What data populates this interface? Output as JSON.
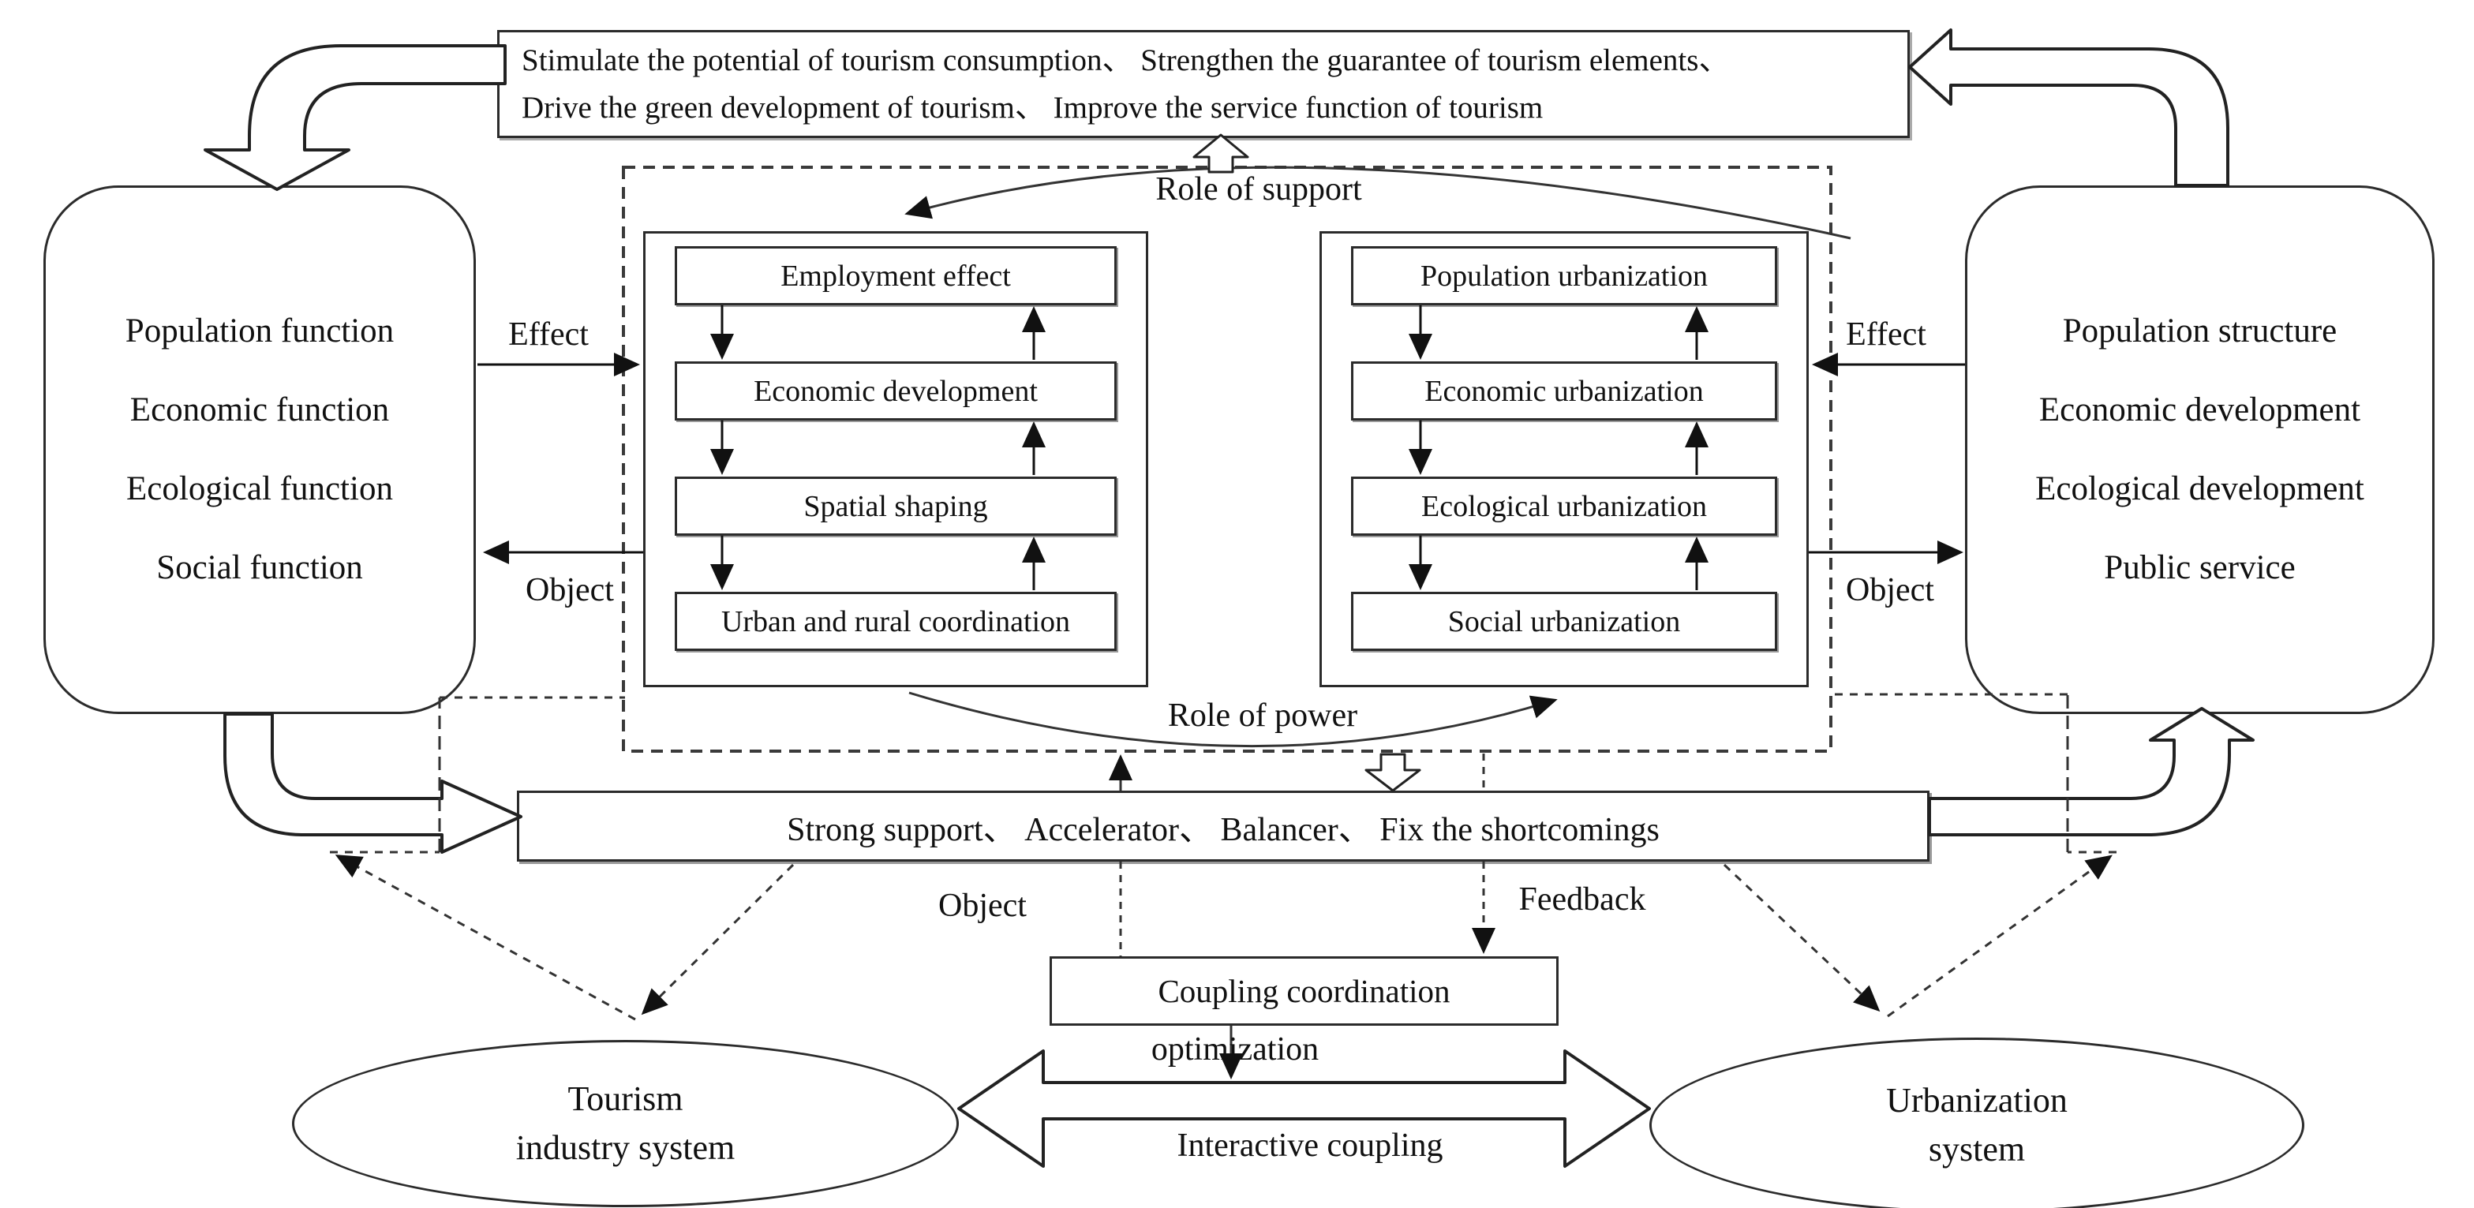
{
  "top_banner": {
    "line1": "Stimulate the potential of tourism consumption、 Strengthen the guarantee of tourism elements、",
    "line2": "Drive the green development of tourism、 Improve the service function of tourism"
  },
  "left_system": {
    "lines": [
      "Population function",
      "Economic function",
      "Ecological function",
      "Social function"
    ]
  },
  "right_system": {
    "lines": [
      "Population structure",
      "Economic development",
      "Ecological development",
      "Public service"
    ]
  },
  "tourism_chain": {
    "boxes": [
      "Employment effect",
      "Economic development",
      "Spatial shaping",
      "Urban and rural coordination"
    ]
  },
  "urbanization_chain": {
    "boxes": [
      "Population urbanization",
      "Economic urbanization",
      "Ecological urbanization",
      "Social urbanization"
    ]
  },
  "support_bar": {
    "text": "Strong support、 Accelerator、 Balancer、 Fix the shortcomings"
  },
  "coupling_box": {
    "text": "Coupling coordination"
  },
  "ellipses": {
    "tourism": [
      "Tourism",
      "industry system"
    ],
    "urbanization": [
      "Urbanization",
      "system"
    ]
  },
  "labels": {
    "role_of_support": "Role of support",
    "role_of_power": "Role of power",
    "effect_left": "Effect",
    "object_left": "Object",
    "effect_right": "Effect",
    "object_right": "Object",
    "object_mid": "Object",
    "feedback": "Feedback",
    "optimization": "optimization",
    "interactive_coupling": "Interactive coupling"
  }
}
